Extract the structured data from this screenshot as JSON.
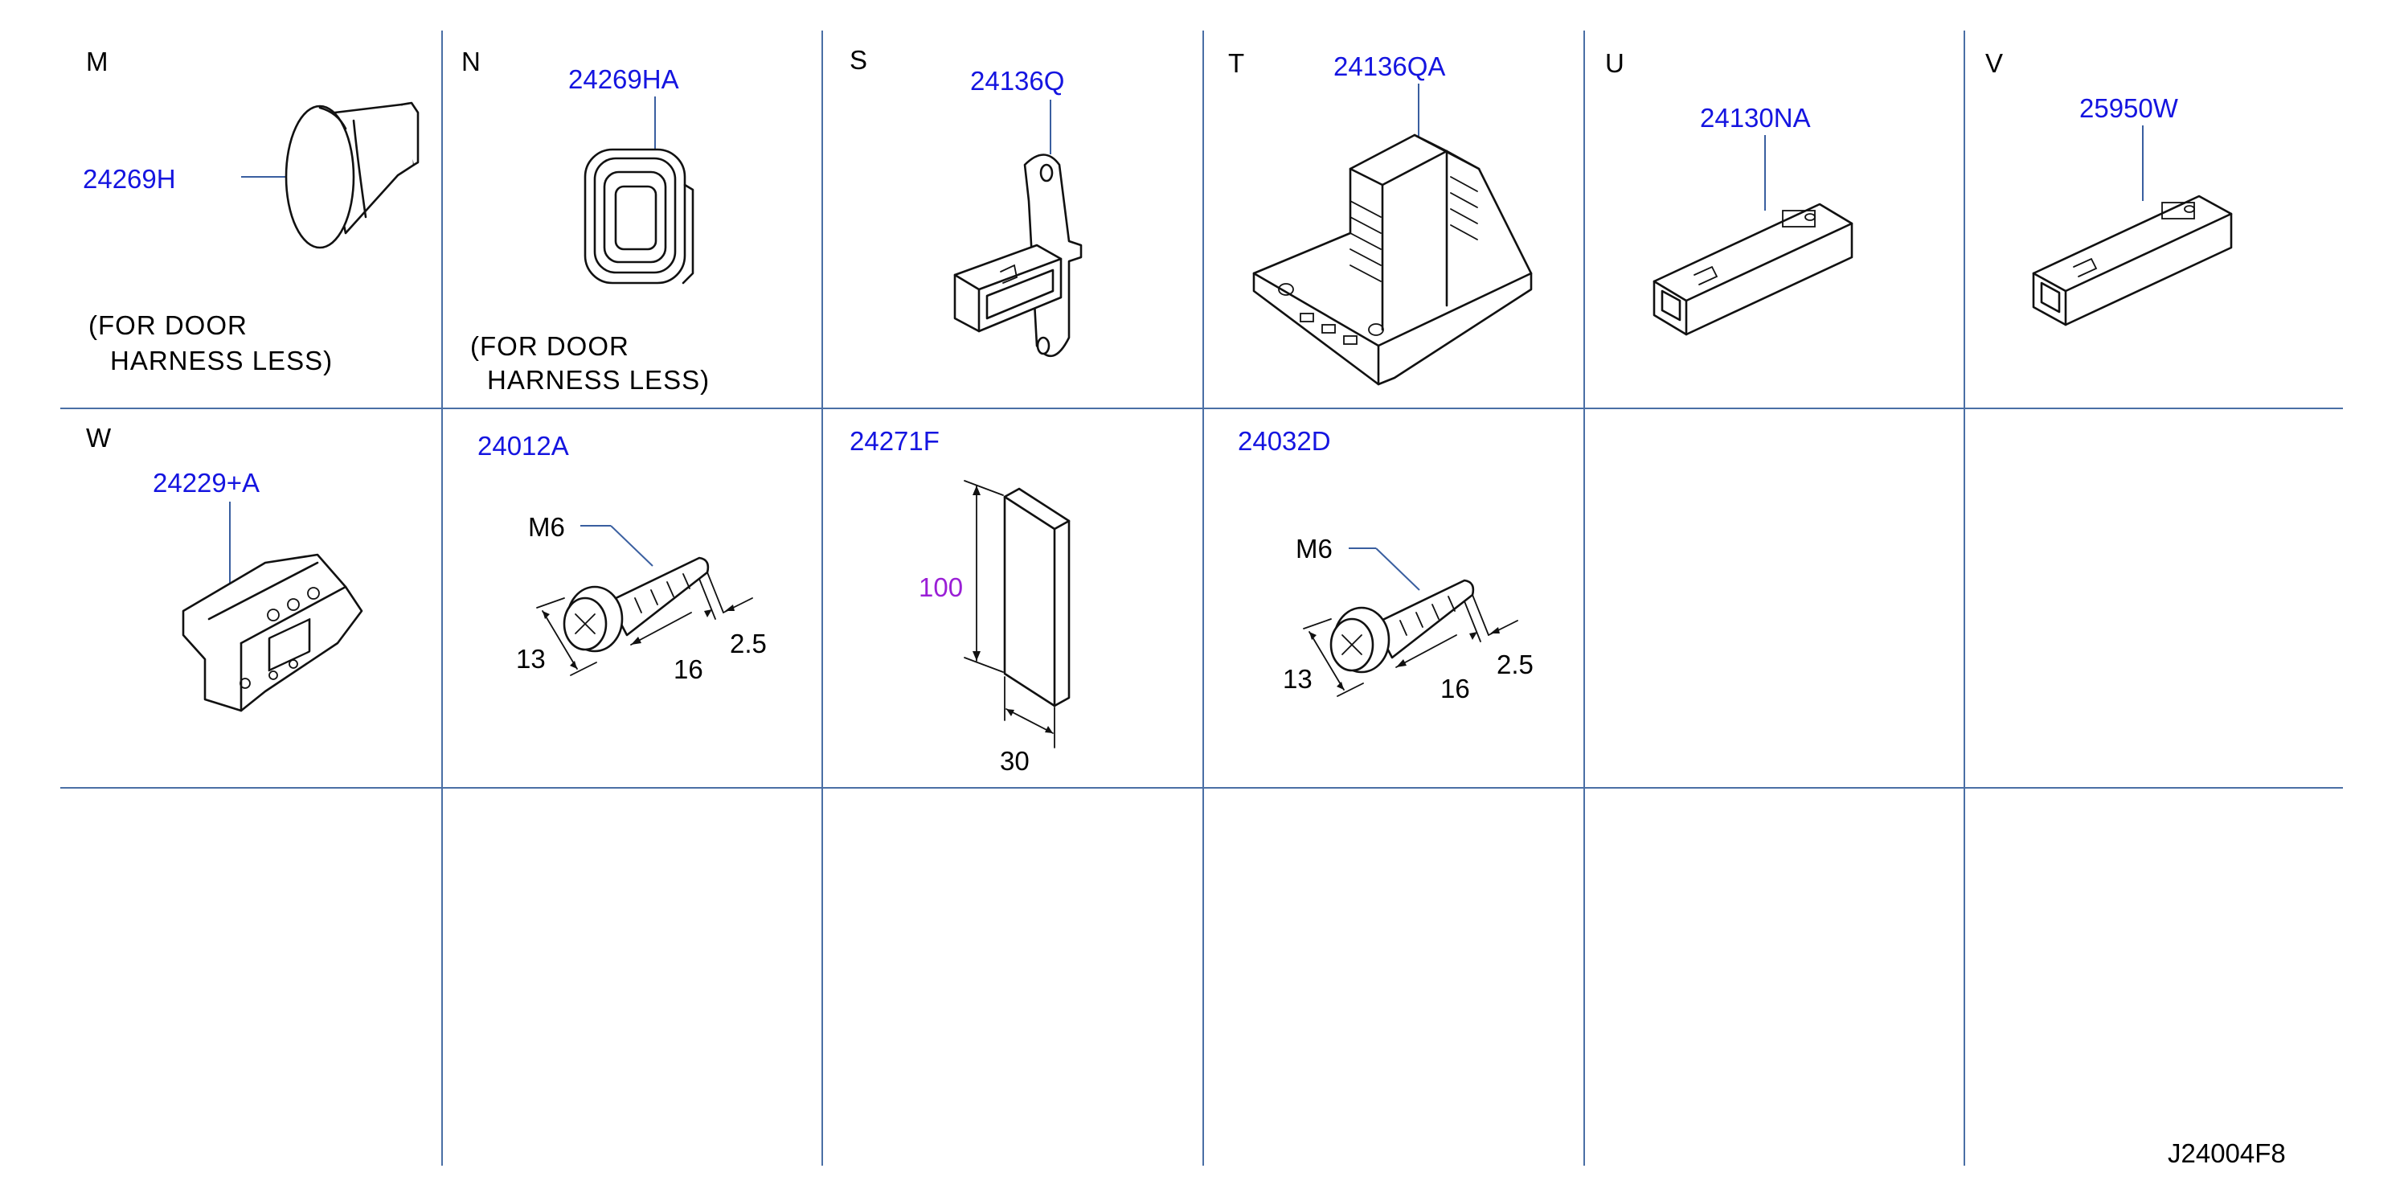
{
  "cells": {
    "M": {
      "letter": "M",
      "part": "24269H",
      "note_line1": "(FOR   DOOR",
      "note_line2": "HARNESS   LESS)"
    },
    "N": {
      "letter": "N",
      "part": "24269HA",
      "note_line1": "(FOR   DOOR",
      "note_line2": "HARNESS   LESS)"
    },
    "S": {
      "letter": "S",
      "part": "24136Q"
    },
    "T": {
      "letter": "T",
      "part": "24136QA"
    },
    "U": {
      "letter": "U",
      "part": "24130NA"
    },
    "V": {
      "letter": "V",
      "part": "25950W"
    },
    "W": {
      "letter": "W",
      "part": "24229+A"
    },
    "bolt1": {
      "part": "24012A",
      "thread": "M6",
      "dim_head": "13",
      "dim_length": "16",
      "dim_tip": "2.5"
    },
    "pad": {
      "part": "24271F",
      "dim_height": "100",
      "dim_width": "30"
    },
    "bolt2": {
      "part": "24032D",
      "thread": "M6",
      "dim_head": "13",
      "dim_length": "16",
      "dim_tip": "2.5"
    }
  },
  "drawing_code": "J24004F8",
  "colors": {
    "part_number": "#1515e0",
    "dimension_highlight": "#9a1fd6",
    "grid": "#4a6fa5"
  }
}
